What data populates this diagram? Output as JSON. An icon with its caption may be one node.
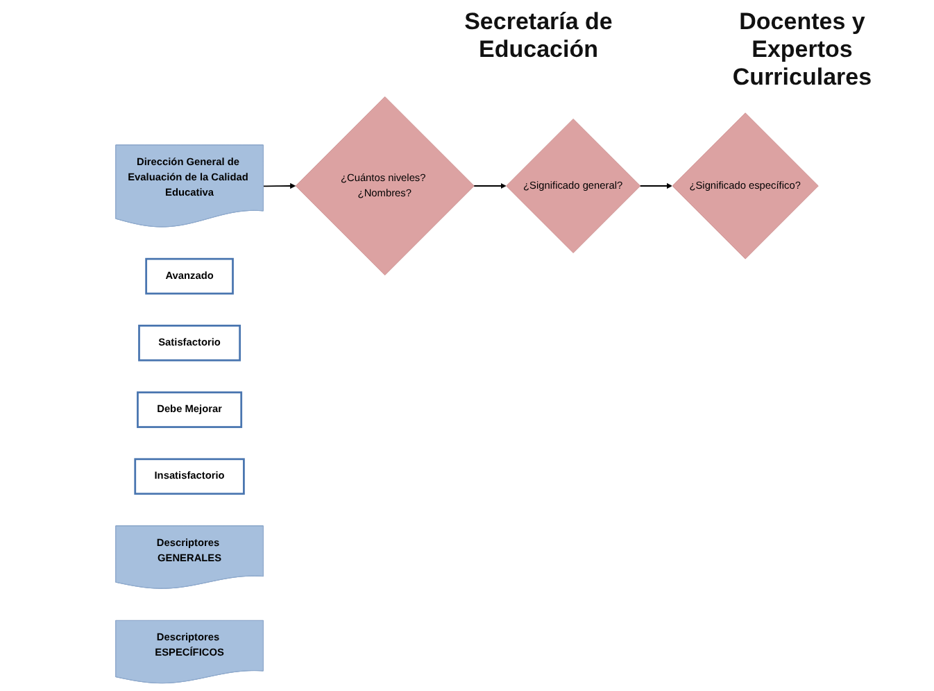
{
  "diagram": {
    "nodes": [
      {
        "text": [
          "Dirección General de Evaluación de la Calidad Educativa"
        ]
      },
      {
        "text": [
          "¿Cuántos niveles? ¿Nombres?"
        ]
      },
      {
        "text": [
          "¿Significado general?"
        ]
      },
      {
        "text": [
          "¿Significado específico?"
        ]
      },
      {
        "text": [
          "Avanzado"
        ]
      },
      {
        "text": [
          "Satisfactorio"
        ]
      },
      {
        "text": [
          "Debe Mejorar"
        ]
      },
      {
        "text": [
          "Insatisfactorio"
        ]
      },
      {
        "text": [
          "Descriptores GENERALES"
        ]
      },
      {
        "text": [
          "Descriptores ESPECÍFICOS"
        ]
      }
    ],
    "edges": [
      {
        "from": 0,
        "to": 1,
        "arrow": "to"
      },
      {
        "from": 1,
        "to": 2,
        "arrow": "to"
      },
      {
        "from": 2,
        "to": 3,
        "arrow": "to"
      }
    ],
    "labels": [
      "Secretaría de Educación",
      "Docentes y Expertos Curriculares"
    ]
  }
}
